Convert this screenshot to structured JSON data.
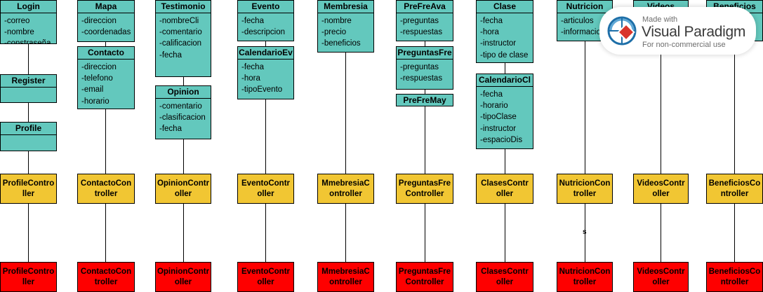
{
  "columns": [
    {
      "key": "login",
      "classes": [
        {
          "name": "Login",
          "attributes": [
            "-correo",
            "-nombre",
            "-constraseña"
          ]
        },
        {
          "name": "Register",
          "attributes": []
        },
        {
          "name": "Profile",
          "attributes": []
        }
      ],
      "controller_lines": [
        "ProfileContro",
        "ller"
      ],
      "view_lines": [
        "ProfileContro",
        "ller"
      ]
    },
    {
      "key": "mapa",
      "classes": [
        {
          "name": "Mapa",
          "attributes": [
            "-direccion",
            "-coordenadas"
          ]
        },
        {
          "name": "Contacto",
          "attributes": [
            "-direccion",
            "-telefono",
            "-email",
            "-horario"
          ]
        }
      ],
      "controller_lines": [
        "ContactoCon",
        "troller"
      ],
      "view_lines": [
        "ContactoCon",
        "troller"
      ]
    },
    {
      "key": "testimonio",
      "classes": [
        {
          "name": "Testimonio",
          "attributes": [
            "-nombreCli",
            "-comentario",
            "-calificacion",
            "-fecha"
          ]
        },
        {
          "name": "Opinion",
          "attributes": [
            "-comentario",
            "-clasificacion",
            "-fecha"
          ]
        }
      ],
      "controller_lines": [
        "OpinionContr",
        "oller"
      ],
      "view_lines": [
        "OpinionContr",
        "oller"
      ]
    },
    {
      "key": "evento",
      "classes": [
        {
          "name": "Evento",
          "attributes": [
            "-fecha",
            "-descripcion"
          ]
        },
        {
          "name": "CalendarioEv",
          "attributes": [
            "-fecha",
            "-hora",
            "-tipoEvento"
          ]
        }
      ],
      "controller_lines": [
        "EventoContr",
        "oller"
      ],
      "view_lines": [
        "EventoContr",
        "oller"
      ]
    },
    {
      "key": "membresia",
      "classes": [
        {
          "name": "Membresia",
          "attributes": [
            "-nombre",
            "-precio",
            "-beneficios"
          ]
        }
      ],
      "controller_lines": [
        "MmebresiaC",
        "ontroller"
      ],
      "view_lines": [
        "MmebresiaC",
        "ontroller"
      ]
    },
    {
      "key": "preguntas",
      "classes": [
        {
          "name": "PreFreAva",
          "attributes": [
            "-preguntas",
            "-respuestas"
          ]
        },
        {
          "name": "PreguntasFre",
          "attributes": [
            "-preguntas",
            "-respuestas"
          ]
        },
        {
          "name": "PreFreMay",
          "attributes": []
        }
      ],
      "controller_lines": [
        "PreguntasFre",
        "Controller"
      ],
      "view_lines": [
        "PreguntasFre",
        "Controller"
      ]
    },
    {
      "key": "clase",
      "classes": [
        {
          "name": "Clase",
          "attributes": [
            "-fecha",
            "-hora",
            "-instructor",
            "-tipo de clase"
          ]
        },
        {
          "name": "CalendarioCl",
          "attributes": [
            "-fecha",
            "-horario",
            "-tipoClase",
            "-instructor",
            "-espacioDis"
          ]
        }
      ],
      "controller_lines": [
        "ClasesContr",
        "oller"
      ],
      "view_lines": [
        "ClasesContr",
        "oller"
      ]
    },
    {
      "key": "nutricion",
      "classes": [
        {
          "name": "Nutricion",
          "attributes": [
            "-articulos",
            "-informacion"
          ]
        }
      ],
      "controller_lines": [
        "NutricionCon",
        "troller"
      ],
      "view_lines": [
        "NutricionCon",
        "troller"
      ]
    },
    {
      "key": "videos",
      "classes": [
        {
          "name": "Videos",
          "attributes": []
        }
      ],
      "controller_lines": [
        "VideosContr",
        "oller"
      ],
      "view_lines": [
        "VideosContr",
        "oller"
      ]
    },
    {
      "key": "beneficios",
      "classes": [
        {
          "name": "Beneficios",
          "attributes": [
            "-"
          ]
        }
      ],
      "controller_lines": [
        "BeneficiosCo",
        "ntroller"
      ],
      "view_lines": [
        "BeneficiosCo",
        "ntroller"
      ]
    }
  ],
  "stray_text": "s",
  "watermark": {
    "line1": "Made with",
    "line2": "Visual Paradigm",
    "line3": "For non-commercial use"
  },
  "colors": {
    "model": "#63c8bd",
    "controller": "#f1c633",
    "view": "#fe0000"
  }
}
